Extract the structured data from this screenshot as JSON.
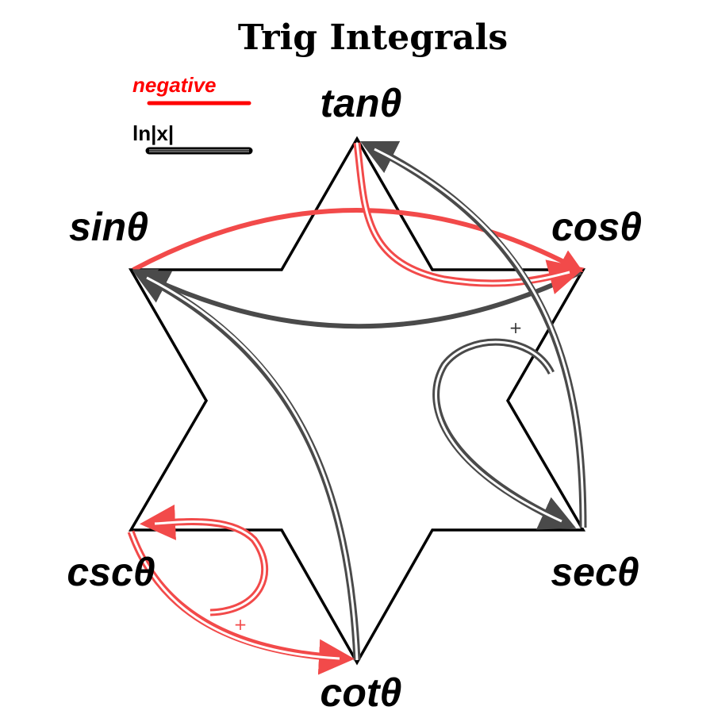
{
  "title": "Trig Integrals",
  "legend": {
    "negative": {
      "label": "negative",
      "color": "#ff0000"
    },
    "ln": {
      "label": "ln|x|",
      "color": "#000000"
    }
  },
  "nodes": {
    "tan": "tanθ",
    "sin": "sinθ",
    "cos": "cosθ",
    "csc": "cscθ",
    "sec": "secθ",
    "cot": "cotθ"
  },
  "annotations": {
    "plus_sec": "+",
    "plus_csc": "+"
  },
  "colors": {
    "red": "#f24a4a",
    "gray": "#4a4a4a",
    "star": "#000000"
  }
}
